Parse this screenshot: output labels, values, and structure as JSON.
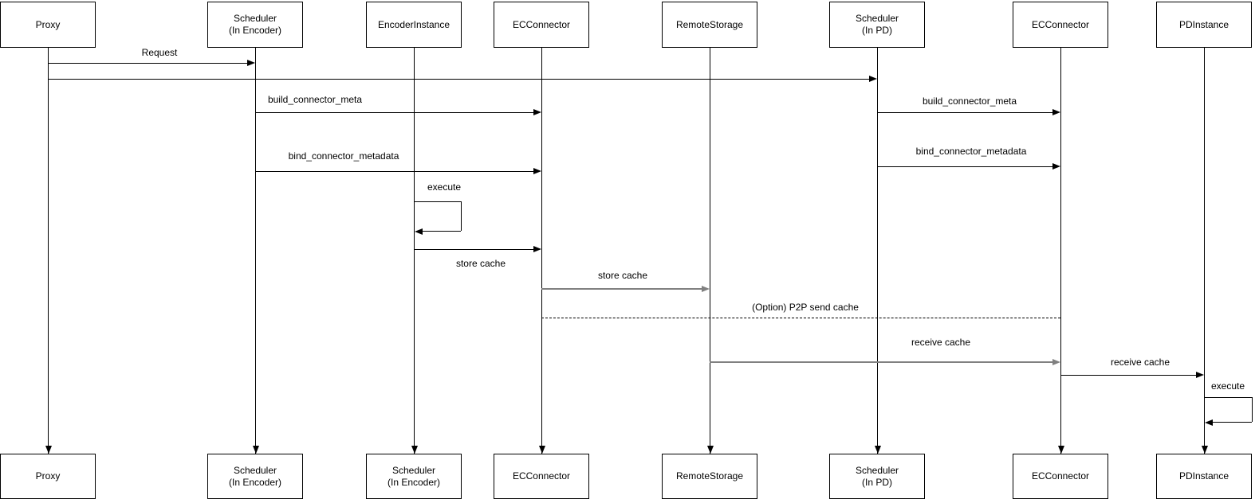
{
  "diagram": {
    "type": "sequence-diagram",
    "colors": {
      "stroke": "#000000",
      "muted_stroke": "#808080",
      "background": "#ffffff",
      "text": "#000000"
    },
    "actors": [
      {
        "id": "proxy",
        "top": [
          "Proxy"
        ],
        "bottom": [
          "Proxy"
        ]
      },
      {
        "id": "scheduler-encoder",
        "top": [
          "Scheduler",
          "(In Encoder)"
        ],
        "bottom": [
          "Scheduler",
          "(In Encoder)"
        ]
      },
      {
        "id": "encoder-instance",
        "top": [
          "EncoderInstance"
        ],
        "bottom": [
          "Scheduler",
          "(In Encoder)"
        ]
      },
      {
        "id": "ec-connector-left",
        "top": [
          "ECConnector"
        ],
        "bottom": [
          "ECConnector"
        ]
      },
      {
        "id": "remote-storage",
        "top": [
          "RemoteStorage"
        ],
        "bottom": [
          "RemoteStorage"
        ]
      },
      {
        "id": "scheduler-pd",
        "top": [
          "Scheduler",
          "(In PD)"
        ],
        "bottom": [
          "Scheduler",
          "(In PD)"
        ]
      },
      {
        "id": "ec-connector-right",
        "top": [
          "ECConnector"
        ],
        "bottom": [
          "ECConnector"
        ]
      },
      {
        "id": "pd-instance",
        "top": [
          "PDInstance"
        ],
        "bottom": [
          "PDInstance"
        ]
      }
    ],
    "messages": [
      {
        "id": "request",
        "label": "Request",
        "from": "proxy",
        "to": "scheduler-encoder",
        "style": "solid"
      },
      {
        "id": "forward-request",
        "label": "",
        "from": "proxy",
        "to": "scheduler-pd",
        "style": "solid"
      },
      {
        "id": "build-connector-meta-l",
        "label": "build_connector_meta",
        "from": "scheduler-encoder",
        "to": "ec-connector-left",
        "style": "solid"
      },
      {
        "id": "build-connector-meta-r",
        "label": "build_connector_meta",
        "from": "scheduler-pd",
        "to": "ec-connector-right",
        "style": "solid"
      },
      {
        "id": "bind-connector-meta-l",
        "label": "bind_connector_metadata",
        "from": "scheduler-encoder",
        "to": "ec-connector-left",
        "style": "solid"
      },
      {
        "id": "bind-connector-meta-r",
        "label": "bind_connector_metadata",
        "from": "scheduler-pd",
        "to": "ec-connector-right",
        "style": "solid"
      },
      {
        "id": "execute-encoder",
        "label": "execute",
        "from": "encoder-instance",
        "to": "encoder-instance",
        "style": "self-loop"
      },
      {
        "id": "store-cache-1",
        "label": "store cache",
        "from": "encoder-instance",
        "to": "ec-connector-left",
        "style": "solid"
      },
      {
        "id": "store-cache-2",
        "label": "store cache",
        "from": "ec-connector-left",
        "to": "remote-storage",
        "style": "solid-muted"
      },
      {
        "id": "p2p-send-cache",
        "label": "(Option) P2P send cache",
        "from": "ec-connector-left",
        "to": "ec-connector-right",
        "style": "dashed-no-arrow"
      },
      {
        "id": "receive-cache-1",
        "label": "receive cache",
        "from": "remote-storage",
        "to": "ec-connector-right",
        "style": "solid-muted"
      },
      {
        "id": "receive-cache-2",
        "label": "receive cache",
        "from": "ec-connector-right",
        "to": "pd-instance",
        "style": "solid"
      },
      {
        "id": "execute-pd",
        "label": "execute",
        "from": "pd-instance",
        "to": "pd-instance",
        "style": "self-loop"
      }
    ]
  }
}
